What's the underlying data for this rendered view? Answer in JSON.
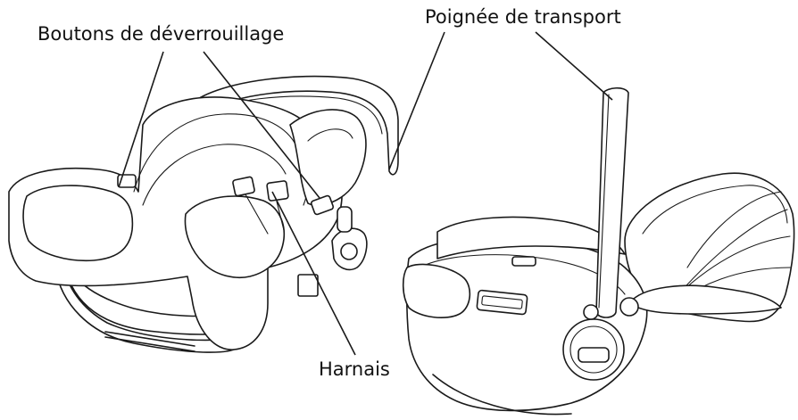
{
  "labels": {
    "unlock_buttons": "Boutons de déverrouillage",
    "carry_handle": "Poignée de transport",
    "harness": "Harnais"
  },
  "colors": {
    "ink": "#1a1a1a",
    "background": "#ffffff"
  }
}
